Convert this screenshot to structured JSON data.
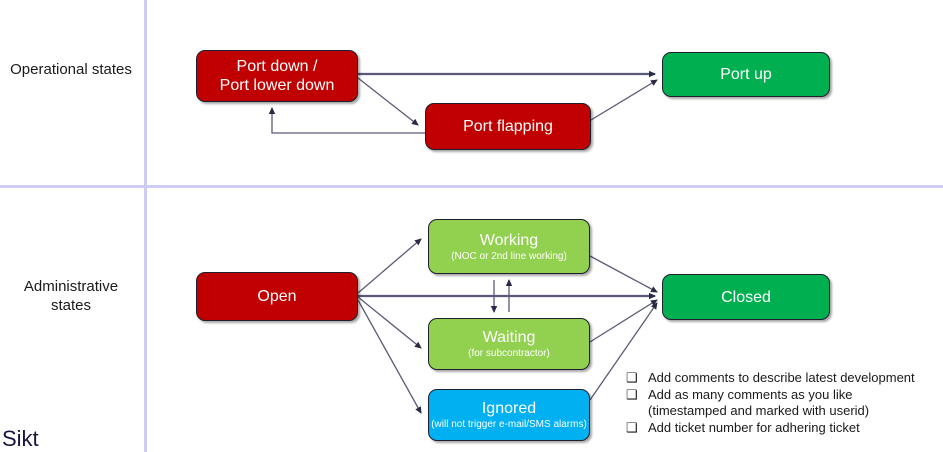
{
  "slide": {
    "logo": "Sikt",
    "divider_color": "#ccccf5"
  },
  "rows": [
    {
      "label": "Operational\nstates"
    },
    {
      "label": "Administrative\nstates"
    }
  ],
  "colors": {
    "red": "#c00000",
    "green": "#00b050",
    "light_green": "#92d050",
    "blue": "#00b0f0",
    "arrow": "#3b3b5c",
    "text_dark": "#1a1a1a",
    "logo": "#1b1340"
  },
  "nodes": {
    "port_down": {
      "title": "Port down /\nPort lower down",
      "sub": "",
      "color": "#c00000"
    },
    "port_flapping": {
      "title": "Port flapping",
      "sub": "",
      "color": "#c00000"
    },
    "port_up": {
      "title": "Port up",
      "sub": "",
      "color": "#00b050"
    },
    "open": {
      "title": "Open",
      "sub": "",
      "color": "#c00000"
    },
    "working": {
      "title": "Working",
      "sub": "(NOC or 2nd line working)",
      "color": "#92d050"
    },
    "waiting": {
      "title": "Waiting",
      "sub": "(for subcontractor)",
      "color": "#92d050"
    },
    "ignored": {
      "title": "Ignored",
      "sub": "(will not trigger e-mail/SMS alarms)",
      "color": "#00b0f0"
    },
    "closed": {
      "title": "Closed",
      "sub": "",
      "color": "#00b050"
    }
  },
  "notes": {
    "bullet_glyph": "❑",
    "items": [
      "Add comments to describe latest development",
      "Add as many comments as you like\n(timestamped and marked with userid)",
      "Add ticket number for adhering ticket"
    ]
  },
  "transitions": [
    {
      "from": "port_down",
      "to": "port_up"
    },
    {
      "from": "port_down",
      "to": "port_flapping"
    },
    {
      "from": "port_flapping",
      "to": "port_down"
    },
    {
      "from": "port_flapping",
      "to": "port_up"
    },
    {
      "from": "open",
      "to": "working"
    },
    {
      "from": "open",
      "to": "waiting"
    },
    {
      "from": "open",
      "to": "ignored"
    },
    {
      "from": "open",
      "to": "closed"
    },
    {
      "from": "working",
      "to": "waiting"
    },
    {
      "from": "waiting",
      "to": "working"
    },
    {
      "from": "working",
      "to": "closed"
    },
    {
      "from": "waiting",
      "to": "closed"
    },
    {
      "from": "ignored",
      "to": "closed"
    }
  ]
}
